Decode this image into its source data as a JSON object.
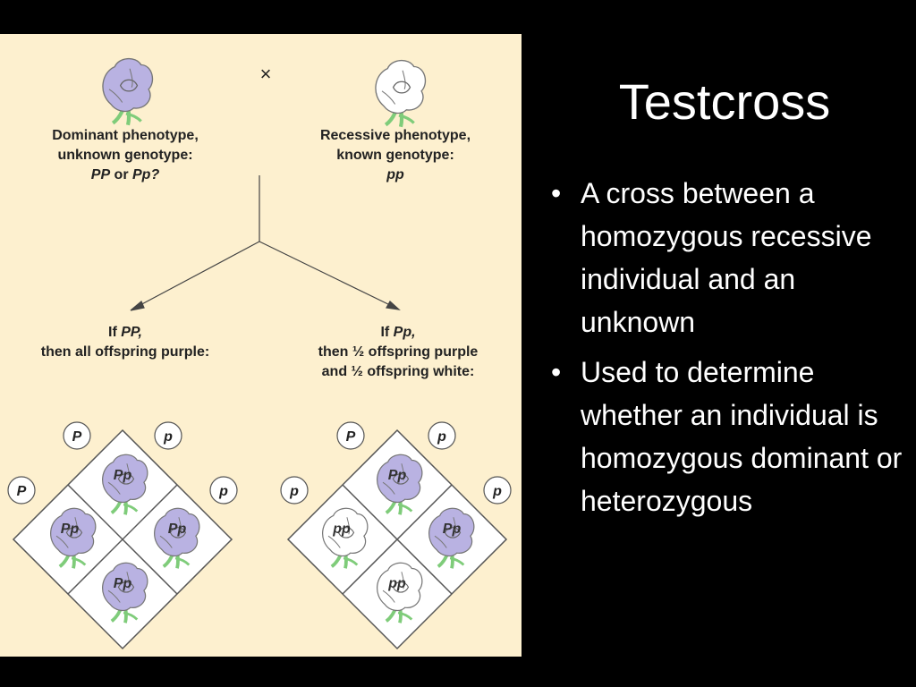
{
  "slide": {
    "title": "Testcross",
    "bullets": [
      "A cross between a homozygous recessive individual and an unknown",
      "Used to determine whether an individual is homozygous dominant or heterozygous"
    ]
  },
  "diagram": {
    "cross_symbol": "×",
    "dominant_parent": {
      "line1": "Dominant phenotype,",
      "line2": "unknown genotype:",
      "g1": "PP",
      "or": " or ",
      "g2": "Pp?"
    },
    "recessive_parent": {
      "line1": "Recessive phenotype,",
      "line2": "known genotype:",
      "genotype": "pp"
    },
    "outcome_pp": {
      "prefix": "If ",
      "genotype": "PP,",
      "line2": "then all offspring purple:"
    },
    "outcome_pp_het": {
      "prefix": "If ",
      "genotype": "Pp,",
      "line2": "then ½ offspring purple",
      "line3": "and ½ offspring white:"
    },
    "punnett_left": {
      "top_left_allele": "P",
      "top_right_allele": "p",
      "left_allele": "P",
      "right_allele": "p",
      "cells": [
        {
          "label": "Pp",
          "color": "purple"
        },
        {
          "label": "Pp",
          "color": "purple"
        },
        {
          "label": "Pp",
          "color": "purple"
        },
        {
          "label": "Pp",
          "color": "purple"
        }
      ]
    },
    "punnett_right": {
      "top_left_allele": "P",
      "top_right_allele": "p",
      "left_allele": "p",
      "right_allele": "p",
      "cells": [
        {
          "label": "Pp",
          "color": "purple"
        },
        {
          "label": "pp",
          "color": "white"
        },
        {
          "label": "Pp",
          "color": "purple"
        },
        {
          "label": "pp",
          "color": "white"
        }
      ]
    },
    "colors": {
      "panel": "#fdf0cf",
      "purple_petal": "#b9b2e2",
      "white_petal": "#ffffff",
      "stem": "#7fcc7a"
    }
  }
}
